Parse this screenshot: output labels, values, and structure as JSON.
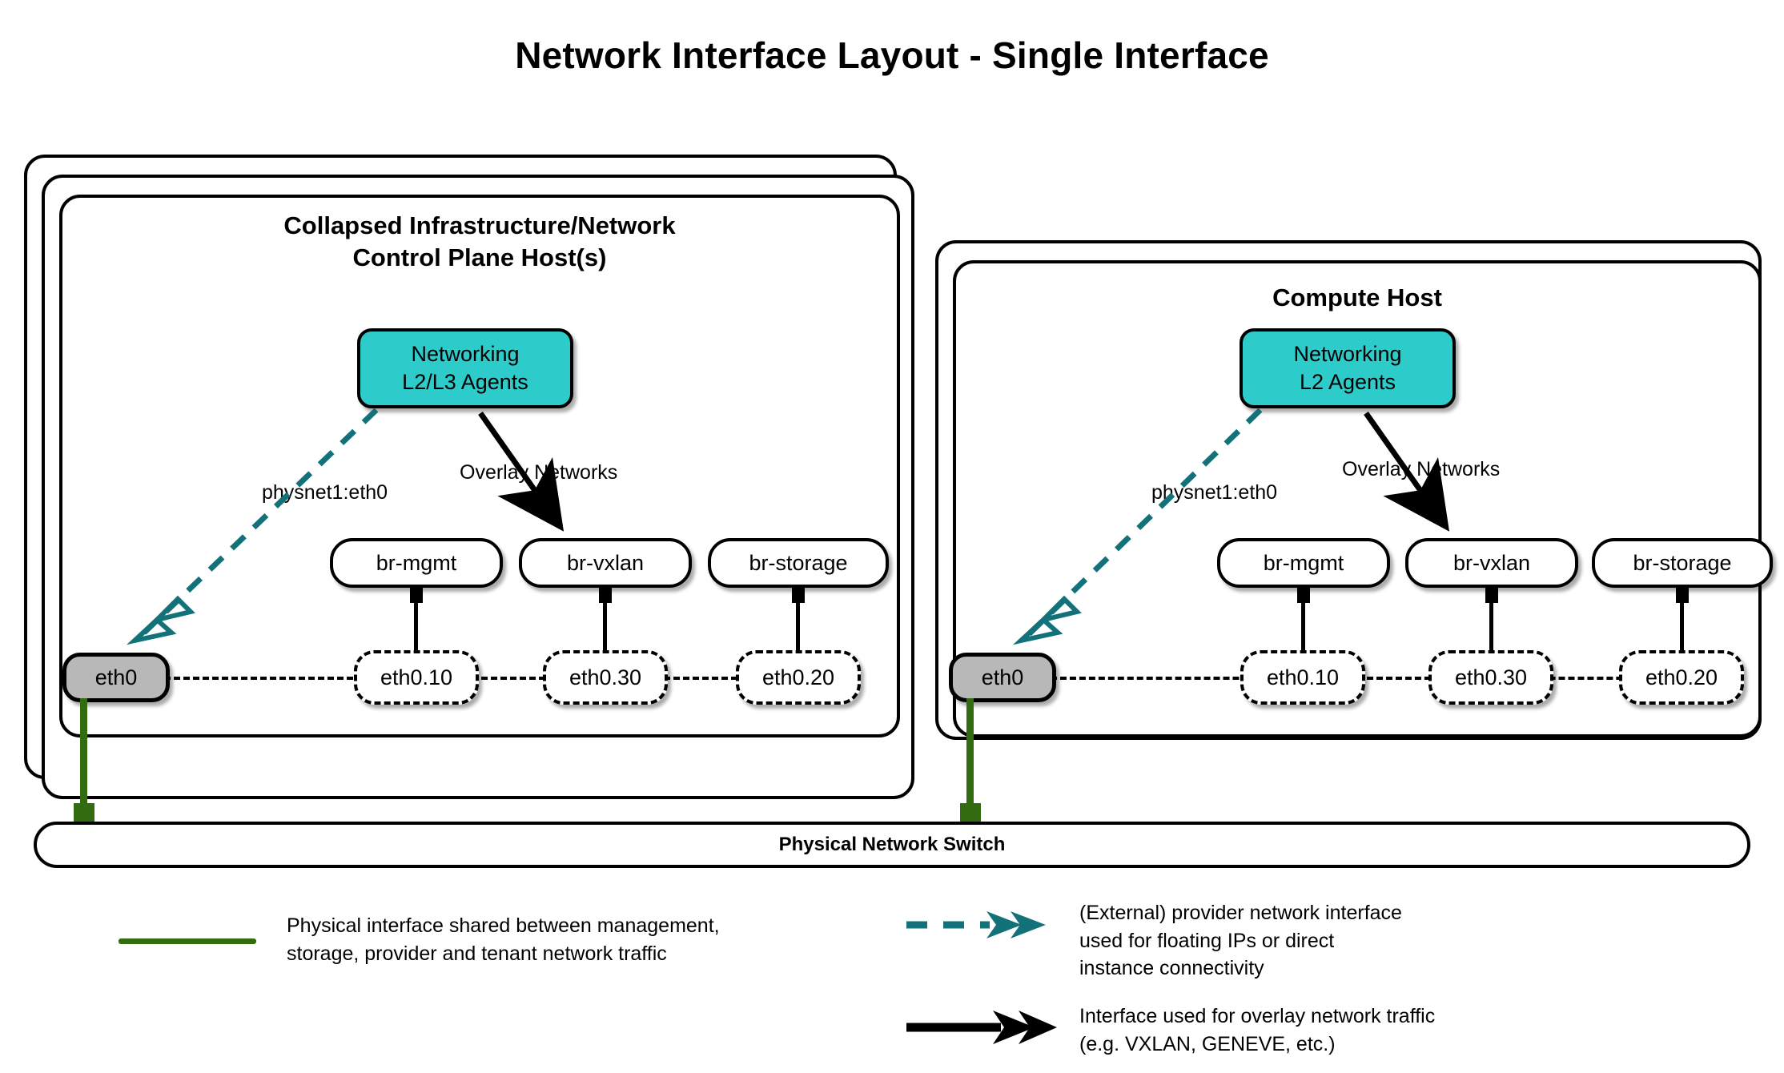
{
  "title": "Network Interface Layout - Single Interface",
  "hosts": [
    {
      "id": "control-plane",
      "title": "Collapsed Infrastructure/Network\nControl Plane Host(s)",
      "stack_layers": 3,
      "agent": {
        "line1": "Networking",
        "line2": "L2/L3 Agents"
      },
      "provider_label": "physnet1:eth0",
      "overlay_label": "Overlay Networks",
      "bridges": [
        {
          "label": "br-mgmt"
        },
        {
          "label": "br-vxlan"
        },
        {
          "label": "br-storage"
        }
      ],
      "nic": {
        "label": "eth0"
      },
      "vlans": [
        {
          "label": "eth0.10"
        },
        {
          "label": "eth0.30"
        },
        {
          "label": "eth0.20"
        }
      ]
    },
    {
      "id": "compute",
      "title": "Compute Host",
      "stack_layers": 2,
      "agent": {
        "line1": "Networking",
        "line2": "L2 Agents"
      },
      "provider_label": "physnet1:eth0",
      "overlay_label": "Overlay Networks",
      "bridges": [
        {
          "label": "br-mgmt"
        },
        {
          "label": "br-vxlan"
        },
        {
          "label": "br-storage"
        }
      ],
      "nic": {
        "label": "eth0"
      },
      "vlans": [
        {
          "label": "eth0.10"
        },
        {
          "label": "eth0.30"
        },
        {
          "label": "eth0.20"
        }
      ]
    }
  ],
  "switch": {
    "label": "Physical Network Switch"
  },
  "legend": [
    {
      "id": "physical",
      "marker": "solid-green-line",
      "text": "Physical interface shared between management,\nstorage, provider and tenant network traffic"
    },
    {
      "id": "provider",
      "marker": "dashed-teal-double-arrow",
      "text": "(External) provider network interface\nused for floating IPs or direct\ninstance connectivity"
    },
    {
      "id": "overlay",
      "marker": "solid-black-arrow",
      "text": "Interface used for overlay network traffic\n(e.g. VXLAN, GENEVE, etc.)"
    }
  ],
  "colors": {
    "agent_teal": "#2ecbcb",
    "provider_dash": "#137179",
    "physical_green": "#336b11",
    "nic_gray": "#b8b8b8",
    "stroke": "#000000"
  }
}
